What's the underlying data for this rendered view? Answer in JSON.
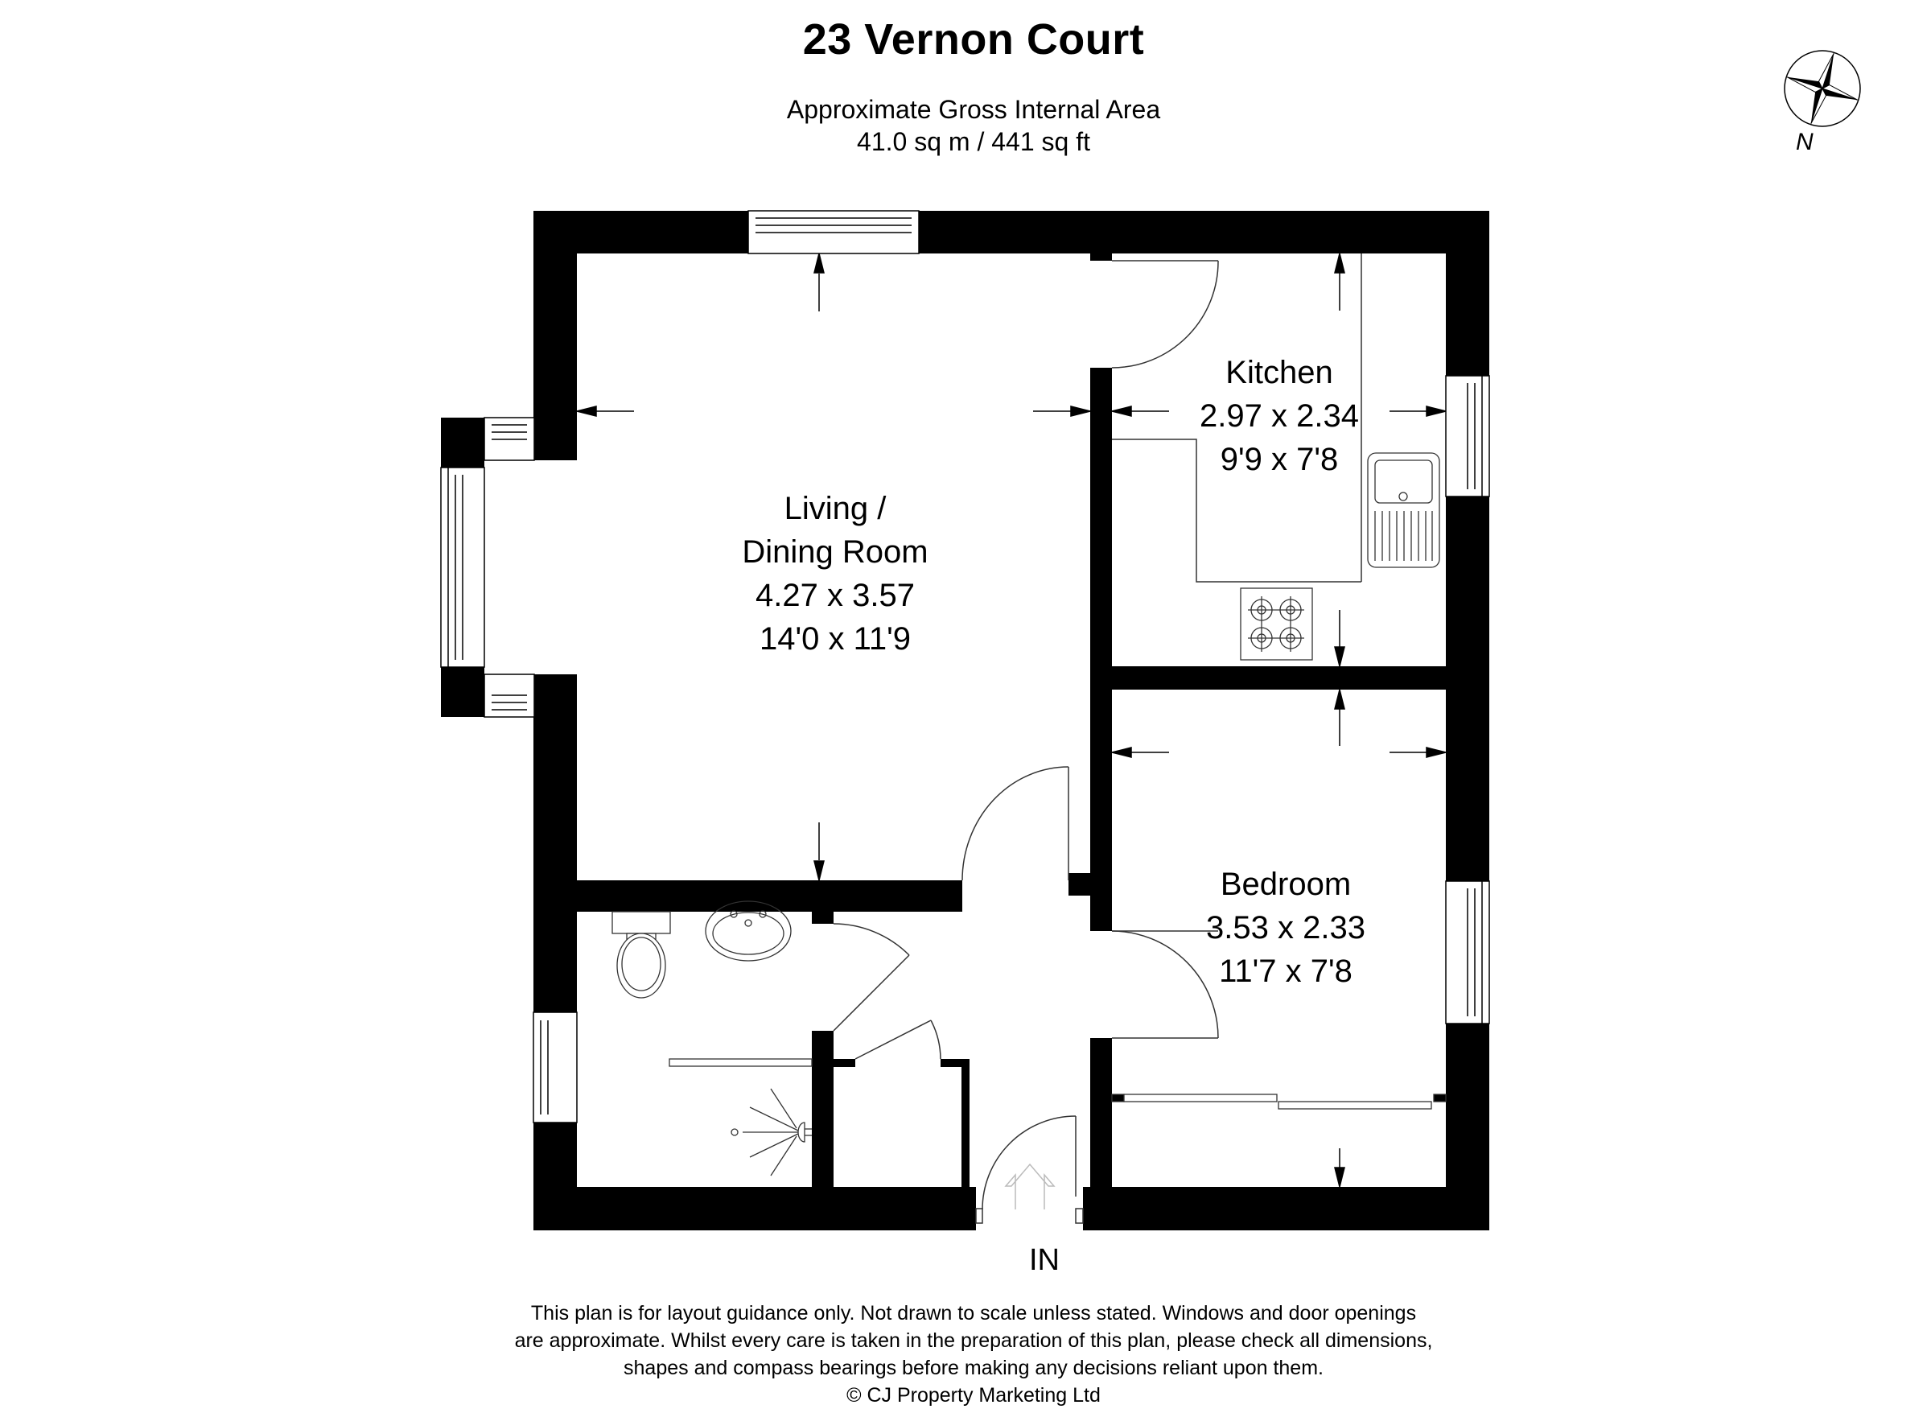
{
  "header": {
    "title": "23 Vernon Court",
    "area_label": "Approximate Gross Internal Area",
    "area_value": "41.0 sq m / 441 sq ft"
  },
  "compass": {
    "icon": "compass-rose-icon",
    "label": "N"
  },
  "rooms": [
    {
      "name": "Living /",
      "name2": "Dining Room",
      "metric": "4.27 x 3.57",
      "imperial": "14'0 x 11'9"
    },
    {
      "name": "Kitchen",
      "metric": "2.97 x 2.34",
      "imperial": "9'9 x 7'8"
    },
    {
      "name": "Bedroom",
      "metric": "3.53 x 2.33",
      "imperial": "11'7 x 7'8"
    }
  ],
  "entrance": {
    "label": "IN",
    "icon": "entrance-arrow-icon"
  },
  "fixtures": [
    "toilet-icon",
    "basin-icon",
    "shower-icon",
    "sink-icon",
    "hob-icon",
    "wardrobe-icon"
  ],
  "colors": {
    "wall": "#000000",
    "background": "#ffffff",
    "line": "#333333",
    "entrance_arrow": "#bbbbbb"
  },
  "footer": {
    "lines": [
      "This plan is for layout guidance only. Not drawn to scale unless stated. Windows and door openings",
      "are approximate. Whilst every care is taken in the preparation of this plan, please check all dimensions,",
      "shapes and compass bearings before making any decisions reliant upon them.",
      "© CJ Property Marketing Ltd"
    ]
  }
}
